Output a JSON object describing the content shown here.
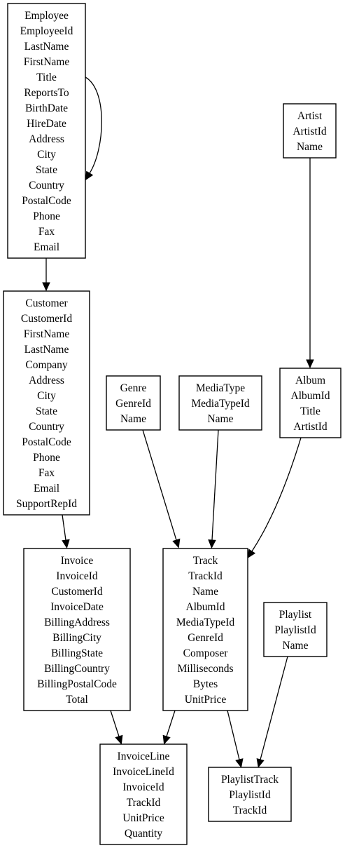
{
  "nodes": [
    {
      "id": "employee",
      "lines": [
        "Employee",
        "EmployeeId",
        "LastName",
        "FirstName",
        "Title",
        "ReportsTo",
        "BirthDate",
        "HireDate",
        "Address",
        "City",
        "State",
        "Country",
        "PostalCode",
        "Phone",
        "Fax",
        "Email"
      ]
    },
    {
      "id": "customer",
      "lines": [
        "Customer",
        "CustomerId",
        "FirstName",
        "LastName",
        "Company",
        "Address",
        "City",
        "State",
        "Country",
        "PostalCode",
        "Phone",
        "Fax",
        "Email",
        "SupportRepId"
      ]
    },
    {
      "id": "artist",
      "lines": [
        "Artist",
        "ArtistId",
        "Name"
      ]
    },
    {
      "id": "genre",
      "lines": [
        "Genre",
        "GenreId",
        "Name"
      ]
    },
    {
      "id": "mediatype",
      "lines": [
        "MediaType",
        "MediaTypeId",
        "Name"
      ]
    },
    {
      "id": "album",
      "lines": [
        "Album",
        "AlbumId",
        "Title",
        "ArtistId"
      ]
    },
    {
      "id": "invoice",
      "lines": [
        "Invoice",
        "InvoiceId",
        "CustomerId",
        "InvoiceDate",
        "BillingAddress",
        "BillingCity",
        "BillingState",
        "BillingCountry",
        "BillingPostalCode",
        "Total"
      ]
    },
    {
      "id": "track",
      "lines": [
        "Track",
        "TrackId",
        "Name",
        "AlbumId",
        "MediaTypeId",
        "GenreId",
        "Composer",
        "Milliseconds",
        "Bytes",
        "UnitPrice"
      ]
    },
    {
      "id": "playlist",
      "lines": [
        "Playlist",
        "PlaylistId",
        "Name"
      ]
    },
    {
      "id": "invoiceline",
      "lines": [
        "InvoiceLine",
        "InvoiceLineId",
        "InvoiceId",
        "TrackId",
        "UnitPrice",
        "Quantity"
      ]
    },
    {
      "id": "playlisttrack",
      "lines": [
        "PlaylistTrack",
        "PlaylistId",
        "TrackId"
      ]
    }
  ],
  "edges": [
    {
      "from": "employee",
      "to": "employee"
    },
    {
      "from": "employee",
      "to": "customer"
    },
    {
      "from": "artist",
      "to": "album"
    },
    {
      "from": "customer",
      "to": "invoice"
    },
    {
      "from": "genre",
      "to": "track"
    },
    {
      "from": "mediatype",
      "to": "track"
    },
    {
      "from": "album",
      "to": "track"
    },
    {
      "from": "invoice",
      "to": "invoiceline"
    },
    {
      "from": "track",
      "to": "invoiceline"
    },
    {
      "from": "track",
      "to": "playlisttrack"
    },
    {
      "from": "playlist",
      "to": "playlisttrack"
    }
  ]
}
